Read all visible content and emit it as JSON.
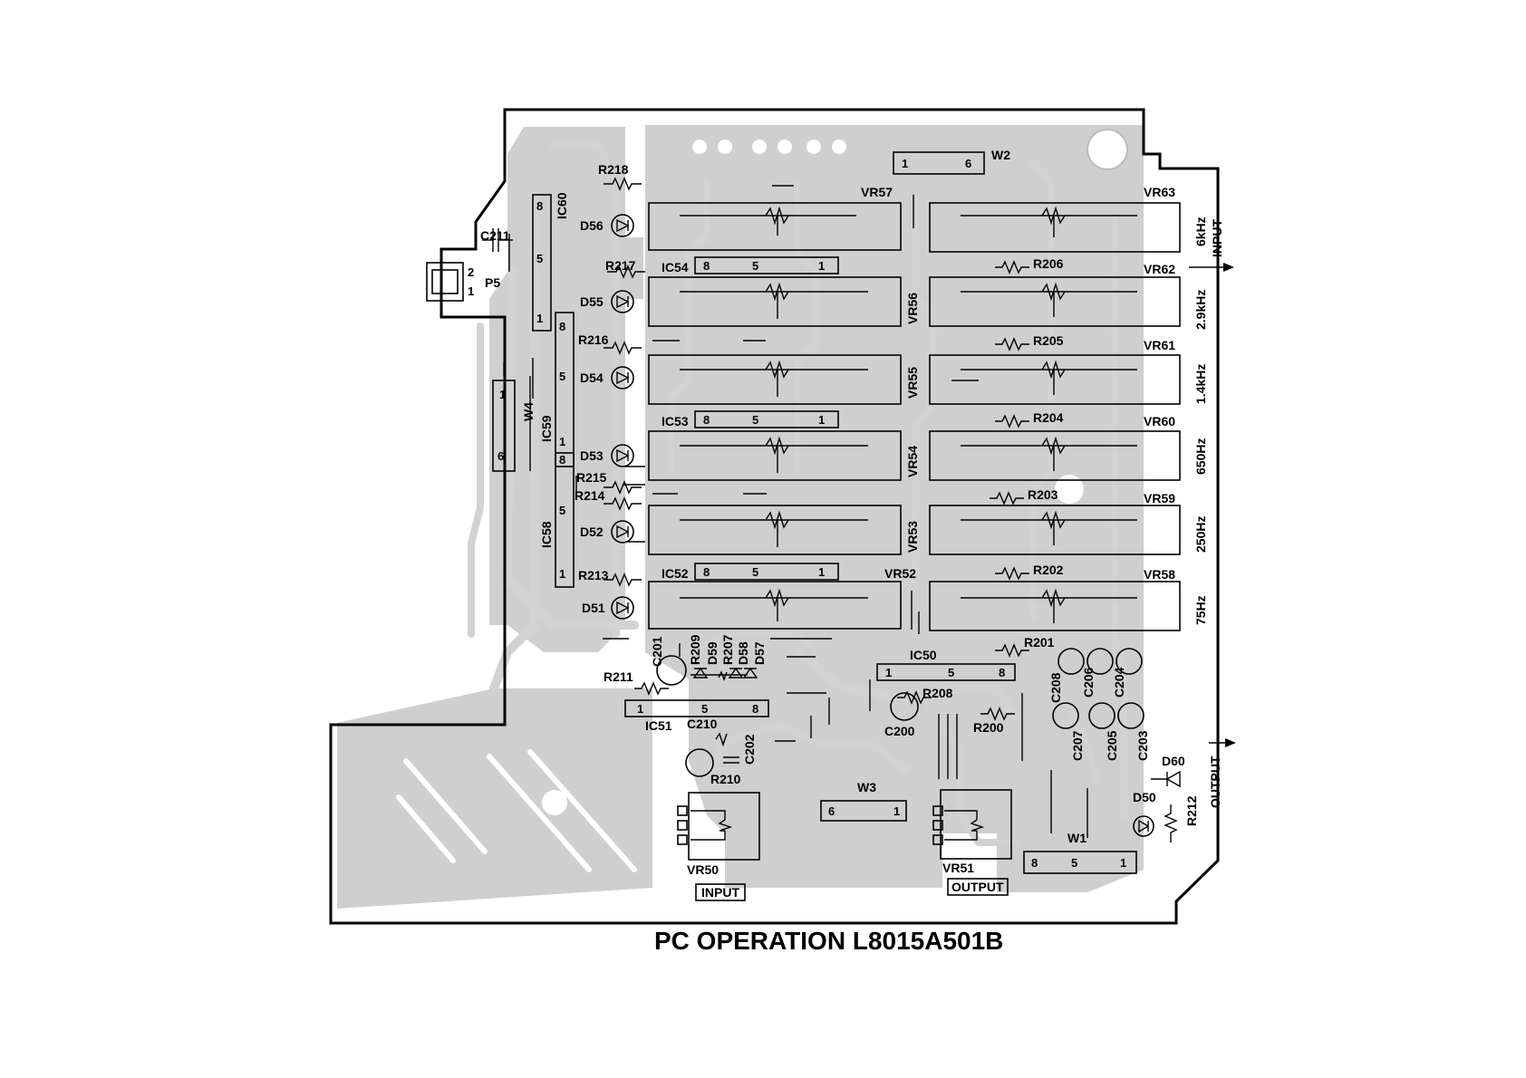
{
  "title": "PC OPERATION  L8015A501B",
  "colors": {
    "board_fill": "#cfcfcf",
    "outline": "#000000",
    "background": "#ffffff"
  },
  "labels": {
    "p5": "P5",
    "p5_pin2": "2",
    "p5_pin1": "1",
    "c211": "C211",
    "ic60": "IC60",
    "ic60_p8": "8",
    "ic60_p5": "5",
    "ic60_p1": "1",
    "ic59": "IC59",
    "ic59_p8": "8",
    "ic59_p5": "5",
    "ic59_p1": "1",
    "ic58": "IC58",
    "ic58_p8": "8",
    "ic58_p5": "5",
    "ic58_p1": "1",
    "w4": "W4",
    "w4_p1": "1",
    "w4_p6": "6",
    "r218": "R218",
    "r217": "R217",
    "r216": "R216",
    "r215": "R215",
    "r214": "R214",
    "r213": "R213",
    "d56": "D56",
    "d55": "D55",
    "d54": "D54",
    "d53": "D53",
    "d52": "D52",
    "d51": "D51",
    "w2": "W2",
    "w2_p1": "1",
    "w2_p6": "6",
    "vr57": "VR57",
    "vr56": "VR56",
    "vr55": "VR55",
    "vr54": "VR54",
    "vr53": "VR53",
    "vr52": "VR52",
    "ic54": "IC54",
    "ic53": "IC53",
    "ic52": "IC52",
    "ic_p8": "8",
    "ic_p5": "5",
    "ic_p1": "1",
    "vr63": "VR63",
    "vr62": "VR62",
    "vr61": "VR61",
    "vr60": "VR60",
    "vr59": "VR59",
    "vr58": "VR58",
    "r206": "R206",
    "r205": "R205",
    "r204": "R204",
    "r203": "R203",
    "r202": "R202",
    "r201": "R201",
    "f6k": "6kHz",
    "f29k": "2.9kHz",
    "f14k": "1.4kHz",
    "f650": "650Hz",
    "f250": "250Hz",
    "f75": "75Hz",
    "input_arrow": "INPUT",
    "output_arrow": "OUTPUT",
    "c201": "C201",
    "r209": "R209",
    "d59": "D59",
    "r207": "R207",
    "d58": "D58",
    "d57": "D57",
    "r211": "R211",
    "ic51": "IC51",
    "ic51_p1": "1",
    "ic51_p5": "5",
    "ic51_p8": "8",
    "c210": "C210",
    "c202": "C202",
    "r210": "R210",
    "vr50": "VR50",
    "input_tag": "INPUT",
    "ic50": "IC50",
    "ic50_p1": "1",
    "ic50_p5": "5",
    "ic50_p8": "8",
    "r208": "R208",
    "c200": "C200",
    "r200": "R200",
    "w3": "W3",
    "w3_p6": "6",
    "w3_p1": "1",
    "vr51": "VR51",
    "output_tag": "OUTPUT",
    "c208": "C208",
    "c206": "C206",
    "c204": "C204",
    "c207": "C207",
    "c205": "C205",
    "c203": "C203",
    "d60": "D60",
    "d50": "D50",
    "r212": "R212",
    "w1": "W1",
    "w1_p8": "8",
    "w1_p5": "5",
    "w1_p1": "1"
  }
}
